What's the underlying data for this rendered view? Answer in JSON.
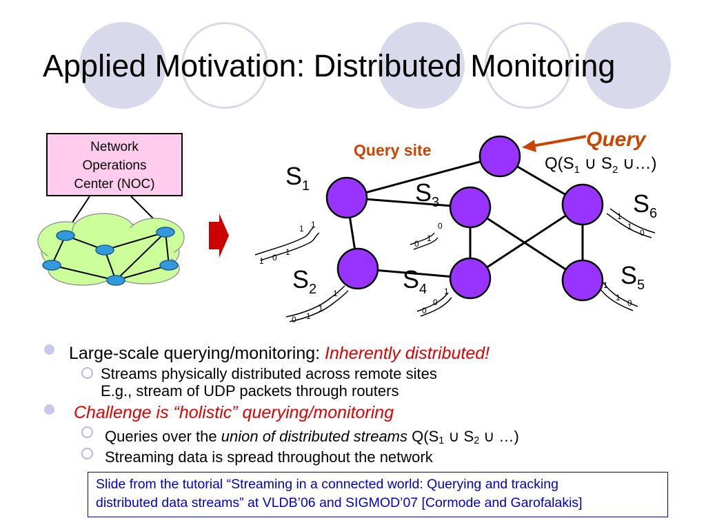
{
  "title": "Applied Motivation: Distributed Monitoring",
  "noc": {
    "line1": "Network",
    "line2": "Operations",
    "line3": "Center  (NOC)"
  },
  "diagram": {
    "query_site_label": "Query site",
    "query_label": "Query",
    "query_expr": {
      "prefix": "Q(S",
      "s1": "1",
      "mid": " ∪ S",
      "s2": "2",
      "suffix": " ∪…)"
    },
    "sites": [
      {
        "label": "S",
        "sub": "1"
      },
      {
        "label": "S",
        "sub": "2"
      },
      {
        "label": "S",
        "sub": "3"
      },
      {
        "label": "S",
        "sub": "4"
      },
      {
        "label": "S",
        "sub": "5"
      },
      {
        "label": "S",
        "sub": "6"
      }
    ],
    "bit_labels": [
      "1",
      "0",
      "1",
      "1",
      "1",
      "0",
      "1",
      "0",
      "0",
      "1",
      "1",
      "1",
      "0",
      "0",
      "1",
      "1",
      "1",
      "0",
      "1",
      "1",
      "0"
    ],
    "colors": {
      "node": "#9933ff",
      "query": "#cc4400",
      "arrow": "#cc0000",
      "cloud": "#ccff99"
    }
  },
  "bullets": [
    {
      "prefix": "Large-scale querying/monitoring: ",
      "emphasis": "Inherently distributed!",
      "subs": [
        {
          "line1": "Streams physically distributed across remote sites",
          "line2": "E.g., stream of UDP packets through routers"
        }
      ]
    },
    {
      "emphasis": "Challenge is “holistic” querying/monitoring",
      "subs": [
        {
          "prefix": "Queries over the ",
          "italic": "union of distributed streams",
          "expr_prefix": " Q(S",
          "s1": "1",
          "mid": " ∪ S",
          "s2": "2",
          "suffix": " ∪ …)"
        },
        {
          "text": "Streaming data is spread throughout the network"
        }
      ]
    }
  ],
  "credit": {
    "line1": "Slide from the tutorial “Streaming in a connected world: Querying and tracking",
    "line2": "distributed data streams” at VLDB’06 and SIGMOD’07 [Cormode and Garofalakis]"
  }
}
